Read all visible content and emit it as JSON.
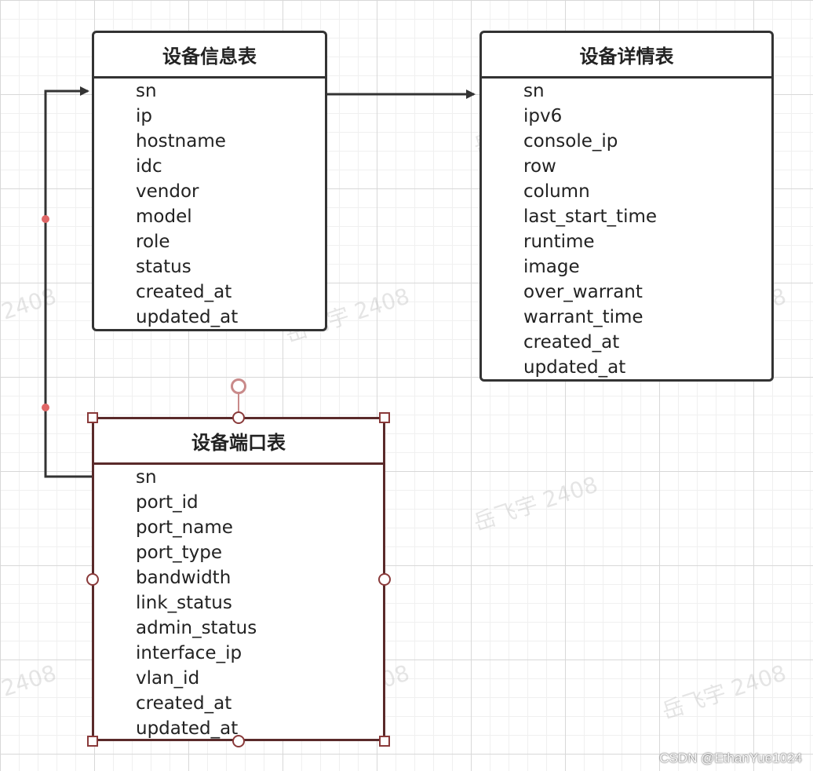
{
  "watermark_text": "岳飞宇 2408",
  "tables": {
    "device_info": {
      "title": "设备信息表",
      "fields": [
        "sn",
        "ip",
        "hostname",
        "idc",
        "vendor",
        "model",
        "role",
        "status",
        "created_at",
        "updated_at"
      ]
    },
    "device_detail": {
      "title": "设备详情表",
      "fields": [
        "sn",
        "ipv6",
        "console_ip",
        "row",
        "column",
        "last_start_time",
        "runtime",
        "image",
        "over_warrant",
        "warrant_time",
        "created_at",
        "updated_at"
      ]
    },
    "device_ports": {
      "title": "设备端口表",
      "fields": [
        "sn",
        "port_id",
        "port_name",
        "port_type",
        "bandwidth",
        "link_status",
        "admin_status",
        "interface_ip",
        "vlan_id",
        "created_at",
        "updated_at"
      ]
    }
  },
  "credit": "CSDN @EthanYue1024",
  "colors": {
    "border": "#333333",
    "selected_border": "#5a2a2a",
    "handle": "#8a3a3a",
    "waypoint": "#e06666",
    "grid": "#d8d8d8"
  }
}
